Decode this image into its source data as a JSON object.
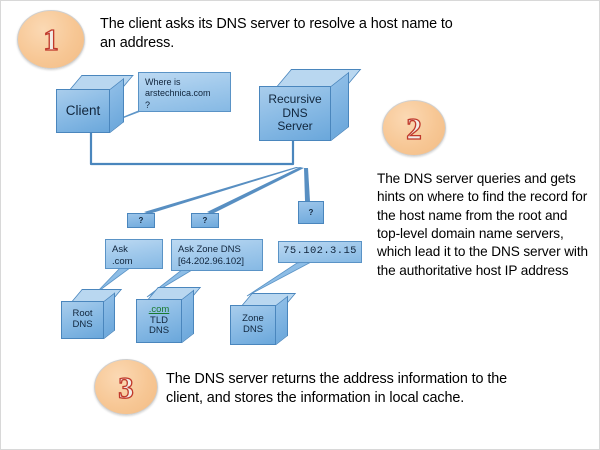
{
  "steps": [
    {
      "number": "1",
      "text": "The client asks its DNS server to resolve a host name to an address."
    },
    {
      "number": "2",
      "text": "The DNS server queries and gets hints on where to find the record for the host name from the root and top-level domain name servers, which lead it to the DNS server with the authoritative host IP address"
    },
    {
      "number": "3",
      "text": "The DNS server returns the address information to the client, and stores the information in local cache."
    }
  ],
  "nodes": {
    "client": "Client",
    "recursive_line1": "Recursive",
    "recursive_line2": "DNS",
    "recursive_line3": "Server",
    "root_line1": "Root",
    "root_line2": "DNS",
    "tld_line1": ".com",
    "tld_line2": "TLD",
    "tld_line3": "DNS",
    "zone_line1": "Zone",
    "zone_line2": "DNS"
  },
  "callouts": {
    "query_line1": "Where is",
    "query_line2": "arstechnica.com",
    "query_line3": "?",
    "ask_com_line1": "Ask",
    "ask_com_line2": ".com",
    "ask_zone_line1": "Ask Zone DNS",
    "ask_zone_line2": "[64.202.96.102]",
    "host_ip": "75.102.3.15"
  },
  "query_marks": {
    "first": "?",
    "second": "?",
    "third": "?"
  },
  "colors": {
    "cube_front": "#8dbde6",
    "cube_top": "#b9d7f0",
    "cube_outline": "#4a86bd",
    "circle_fill": "#f7c795",
    "numeral_stroke": "#c0392b",
    "link_green": "#1a7a2e",
    "background": "#ffffff"
  }
}
